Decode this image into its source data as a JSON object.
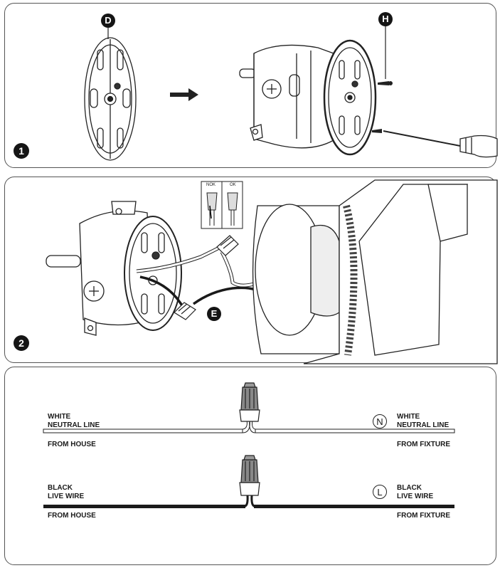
{
  "steps": {
    "step1": "1",
    "step2": "2"
  },
  "callouts": {
    "d": "D",
    "h": "H",
    "e": "E"
  },
  "connector_check": {
    "bad": "NOK",
    "good": "OK"
  },
  "wiring": {
    "neutral": {
      "house_label": "WHITE\nNEUTRAL LINE",
      "house_from": "FROM HOUSE",
      "fixture_symbol": "N",
      "fixture_label": "WHITE\nNEUTRAL LINE",
      "fixture_from": "FROM FIXTURE",
      "wire_color": "#ffffff"
    },
    "live": {
      "house_label": "BLACK\nLIVE WIRE",
      "house_from": "FROM HOUSE",
      "fixture_symbol": "L",
      "fixture_label": "BLACK\nLIVE WIRE",
      "fixture_from": "FROM FIXTURE",
      "wire_color": "#1a1a1a"
    }
  }
}
